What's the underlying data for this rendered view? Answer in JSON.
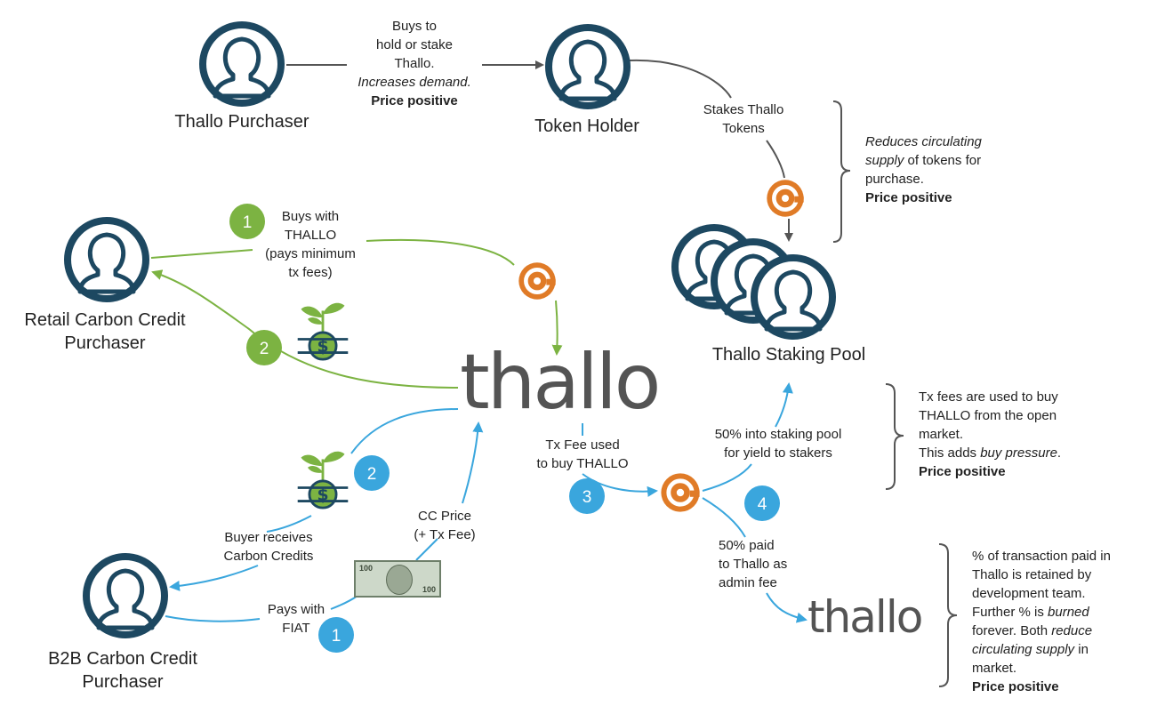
{
  "colors": {
    "dark_navy": "#1d4861",
    "green": "#7cb342",
    "blue": "#3aa6dd",
    "orange": "#e07b27",
    "logo_gray": "#545454",
    "arrow_gray": "#555555"
  },
  "nodes": {
    "thallo_purchaser": "Thallo Purchaser",
    "token_holder": "Token Holder",
    "staking_pool": "Thallo Staking Pool",
    "retail_purchaser": [
      "Retail Carbon Credit",
      "Purchaser"
    ],
    "b2b_purchaser": [
      "B2B Carbon Credit",
      "Purchaser"
    ]
  },
  "logos": {
    "main": "thallo",
    "small": "thallo"
  },
  "labels": {
    "buys_to_hold": [
      "Buys to",
      "hold or stake",
      "Thallo.",
      "Increases demand.",
      "Price positive"
    ],
    "stakes_tokens": [
      "Stakes Thallo",
      "Tokens"
    ],
    "buys_with_thallo": [
      "Buys with",
      "THALLO",
      "(pays minimum",
      "tx fees)"
    ],
    "tx_fee_used": [
      "Tx Fee used",
      "to buy THALLO"
    ],
    "fifty_staking": [
      "50% into staking pool",
      "for yield to stakers"
    ],
    "fifty_paid": [
      "50% paid",
      "to Thallo as",
      "admin fee"
    ],
    "cc_price": [
      "CC Price",
      "(+ Tx Fee)"
    ],
    "buyer_receives": [
      "Buyer receives",
      "Carbon Credits"
    ],
    "pays_fiat": [
      "Pays with",
      "FIAT"
    ]
  },
  "notes": {
    "reduces_supply": {
      "line1_italic": "Reduces circulating",
      "line2_italic": "supply",
      "line2_rest": " of tokens for",
      "line3": "purchase.",
      "line4": "Price positive"
    },
    "tx_fees": {
      "line1": "Tx fees are used to buy",
      "line2": "THALLO from the open",
      "line3": "market.",
      "line4_start": "This adds ",
      "line4_italic": "buy pressure",
      "line4_end": ".",
      "line5": "Price positive"
    },
    "percent_retained": {
      "line1": "% of transaction paid in",
      "line2": "Thallo is retained by",
      "line3": "development team.",
      "line4_start": "Further % is ",
      "line4_italic": "burned",
      "line5_start": "forever. Both ",
      "line5_italic": "reduce",
      "line6_italic": "circulating supply",
      "line6_rest": " in",
      "line7": "market.",
      "line8": "Price positive"
    }
  },
  "badges": {
    "green_1": "1",
    "green_2": "2",
    "blue_1": "1",
    "blue_2": "2",
    "blue_3": "3",
    "blue_4": "4"
  },
  "bill": {
    "amount": "100"
  }
}
